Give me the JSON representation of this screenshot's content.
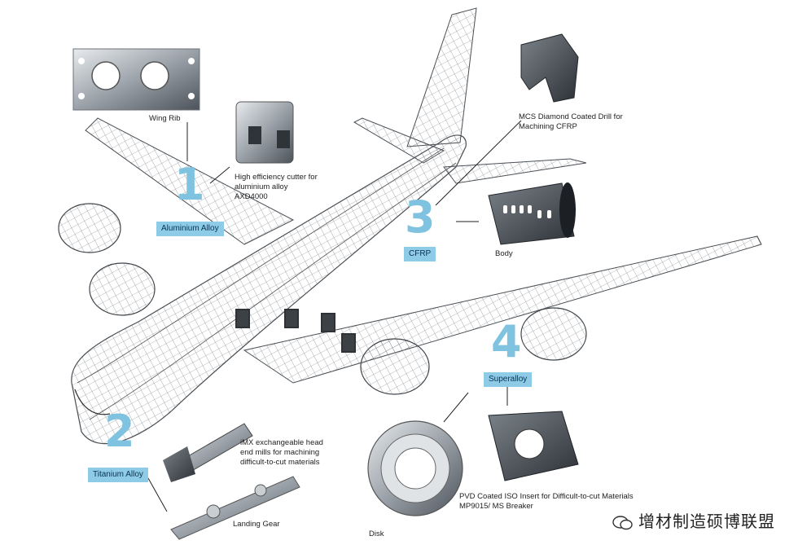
{
  "categories": [
    {
      "number": "1",
      "badge": "Aluminium Alloy"
    },
    {
      "number": "2",
      "badge": "Titanium Alloy"
    },
    {
      "number": "3",
      "badge": "CFRP"
    },
    {
      "number": "4",
      "badge": "Superalloy"
    }
  ],
  "callouts": {
    "wing_rib": "Wing Rib",
    "cutter": [
      "High efficiency cutter for",
      "aluminium alloy",
      "AXD4000"
    ],
    "drill": [
      "MCS Diamond Coated Drill for",
      "Machining CFRP"
    ],
    "body": "Body",
    "imx": [
      "iMX exchangeable head",
      "end mills for machining",
      "difficult-to-cut materials"
    ],
    "landing_gear": "Landing Gear",
    "disk": "Disk",
    "insert": [
      "PVD Coated ISO Insert for Difficult-to-cut Materials",
      "MP9015/ MS Breaker"
    ]
  },
  "watermark": "增材制造硕博联盟",
  "colors": {
    "accent": "#8ecbe6",
    "number": "#7fc3e0",
    "wire": "#5a5f66"
  }
}
